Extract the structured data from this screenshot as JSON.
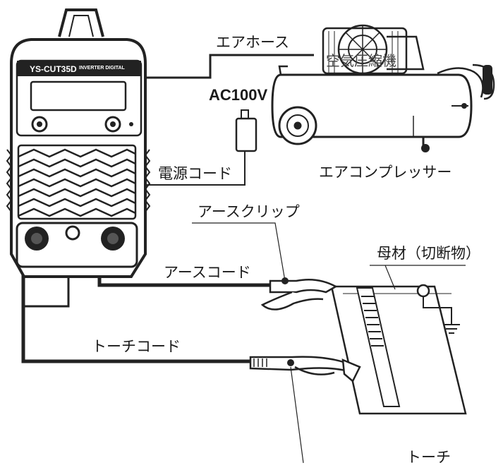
{
  "machine": {
    "model": "YS-CUT35D",
    "subtitle": "INVERTER DIGITAL"
  },
  "labels": {
    "air_hose": "エアホース",
    "ac_voltage": "AC100V",
    "compressor_tank_overlay": "空気圧縮機",
    "air_compressor": "エアコンプレッサー",
    "power_cord": "電源コード",
    "earth_clip": "アースクリップ",
    "base_material": "母材（切断物）",
    "earth_cord": "アースコード",
    "torch_cord": "トーチコード",
    "torch": "トーチ"
  }
}
